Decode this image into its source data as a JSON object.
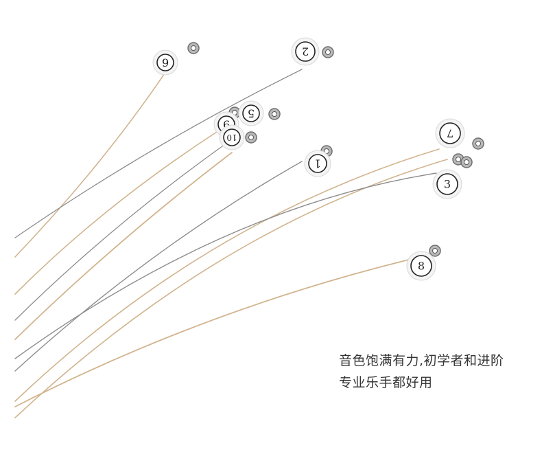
{
  "caption": {
    "line1": "音色饱满有力,初学者和进阶",
    "line2": "专业乐手都好用"
  },
  "tags": [
    "6",
    "2",
    "5",
    "9",
    "10",
    "1",
    "7",
    "3",
    "8"
  ],
  "colors": {
    "bronze": "#d1b48e",
    "steel": "#8d8d8d",
    "tag_fill": "#ffffff",
    "tag_ring": "#222222",
    "ball_end": "#b9b9b9"
  }
}
